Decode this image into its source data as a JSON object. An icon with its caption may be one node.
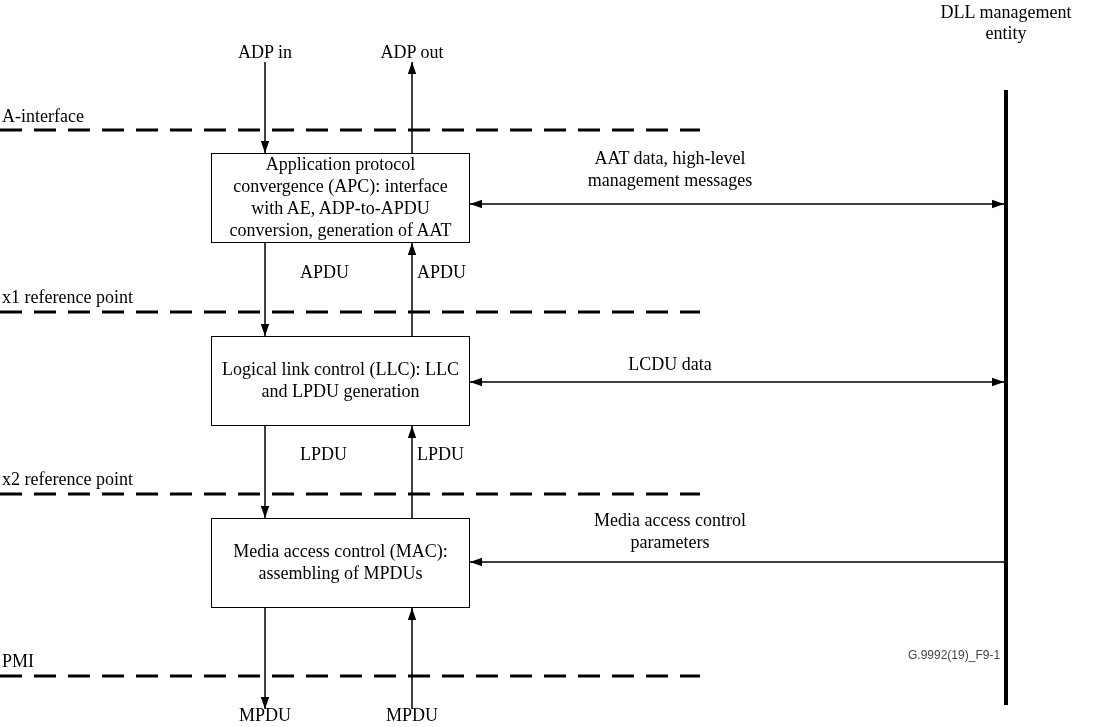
{
  "diagram": {
    "nodes": [
      {
        "text": [
          "ADP in"
        ]
      },
      {
        "text": [
          "ADP out"
        ]
      },
      {
        "text": [
          "Application protocol convergence (APC): interface with AE, ADP-to-APDU conversion, generation of AAT"
        ]
      },
      {
        "text": [
          "Logical link control (LLC): LLC and LPDU generation"
        ]
      },
      {
        "text": [
          "Media access control (MAC): assembling of MPDUs"
        ]
      },
      {
        "text": [
          "DLL management entity"
        ]
      },
      {
        "text": [
          "MPDU"
        ]
      },
      {
        "text": [
          "MPDU"
        ]
      }
    ],
    "edges": [
      {
        "from": 0,
        "to": 2,
        "arrow": "to"
      },
      {
        "from": 2,
        "to": 1,
        "arrow": "to"
      },
      {
        "from": 2,
        "to": 3,
        "arrow": "to",
        "label": "APDU"
      },
      {
        "from": 3,
        "to": 2,
        "arrow": "to",
        "label": "APDU"
      },
      {
        "from": 3,
        "to": 4,
        "arrow": "to",
        "label": "LPDU"
      },
      {
        "from": 4,
        "to": 3,
        "arrow": "to",
        "label": "LPDU"
      },
      {
        "from": 4,
        "to": 6,
        "arrow": "to"
      },
      {
        "from": 7,
        "to": 4,
        "arrow": "to"
      },
      {
        "from": 2,
        "to": 5,
        "arrow": "both",
        "label": "AAT data, high-level management messages"
      },
      {
        "from": 3,
        "to": 5,
        "arrow": "both",
        "label": "LCDU data"
      },
      {
        "from": 5,
        "to": 4,
        "arrow": "to",
        "label": "Media access control parameters"
      }
    ],
    "labels": [
      "A-interface",
      "x1 reference point",
      "x2 reference point",
      "PMI",
      "G.9992(19)_F9-1"
    ]
  }
}
